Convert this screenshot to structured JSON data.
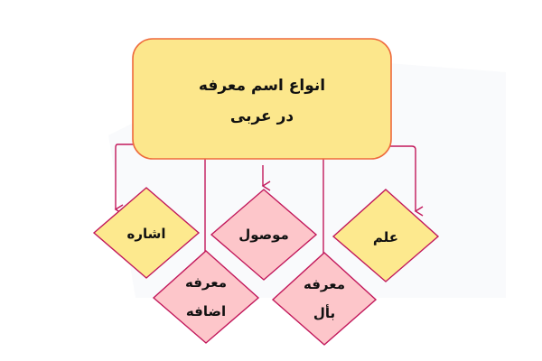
{
  "title": {
    "line1": "انواع اسم معرفه",
    "line2": "در عربی"
  },
  "nodes": {
    "alam": "علم",
    "mowsul": "موصول",
    "eshare": "اشاره",
    "bel_line1": "معرفه",
    "bel_line2": "بأل",
    "ezafe_line1": "معرفه",
    "ezafe_line2": "اضافه"
  },
  "colors": {
    "title_fill": "#fce78c",
    "title_stroke": "#ee6a3c",
    "yellow_fill": "#fde98e",
    "pink_fill": "#fdc6ca",
    "stroke": "#c2185b"
  }
}
